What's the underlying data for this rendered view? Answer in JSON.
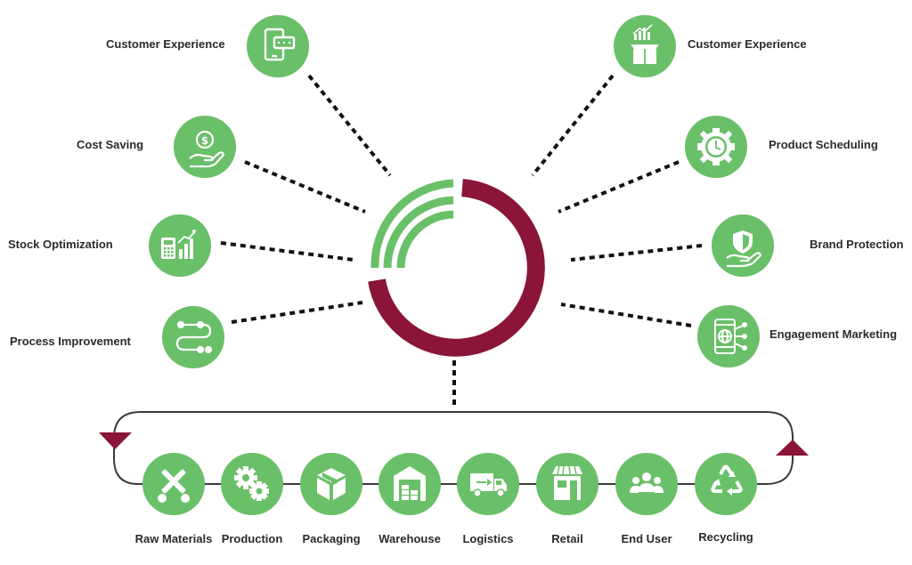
{
  "colors": {
    "green": "#6abf69",
    "maroon": "#8a1538",
    "line": "#3a3a3a",
    "text": "#2b2b2b"
  },
  "left_benefits": [
    {
      "label": "Customer Experience",
      "icon": "mobile-chat-icon"
    },
    {
      "label": "Cost Saving",
      "icon": "dollar-hand-icon"
    },
    {
      "label": "Stock Optimization",
      "icon": "calculator-chart-icon"
    },
    {
      "label": "Process Improvement",
      "icon": "process-flow-icon"
    }
  ],
  "right_benefits": [
    {
      "label": "Customer Experience",
      "icon": "box-chart-icon"
    },
    {
      "label": "Product Scheduling",
      "icon": "gear-clock-icon"
    },
    {
      "label": "Brand Protection",
      "icon": "shield-hand-icon"
    },
    {
      "label": "Engagement Marketing",
      "icon": "mobile-network-icon"
    }
  ],
  "supply_chain": [
    {
      "label": "Raw Materials",
      "icon": "tools-icon"
    },
    {
      "label": "Production",
      "icon": "gears-icon"
    },
    {
      "label": "Packaging",
      "icon": "package-icon"
    },
    {
      "label": "Warehouse",
      "icon": "warehouse-icon"
    },
    {
      "label": "Logistics",
      "icon": "truck-icon"
    },
    {
      "label": "Retail",
      "icon": "store-icon"
    },
    {
      "label": "End User",
      "icon": "users-icon"
    },
    {
      "label": "Recycling",
      "icon": "recycle-icon"
    }
  ]
}
